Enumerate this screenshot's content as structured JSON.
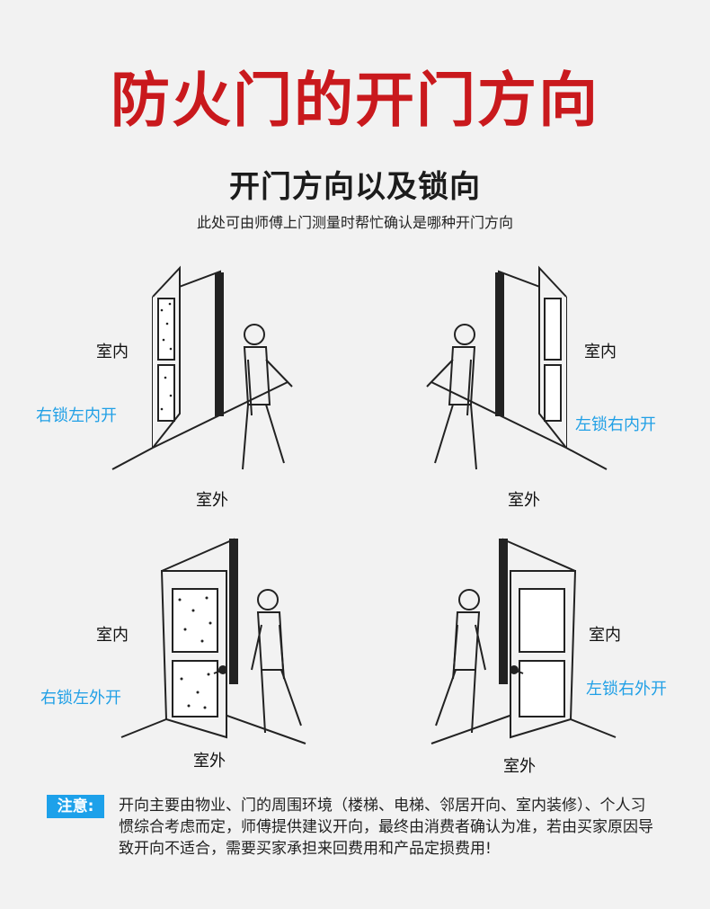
{
  "title": "防火门的开门方向",
  "subtitle": "开门方向以及锁向",
  "hint": "此处可由师傅上门测量时帮忙确认是哪种开门方向",
  "panels": [
    {
      "indoor": "室内",
      "outdoor": "室外",
      "direction": "右锁左内开"
    },
    {
      "indoor": "室内",
      "outdoor": "室外",
      "direction": "左锁右内开"
    },
    {
      "indoor": "室内",
      "outdoor": "室外",
      "direction": "右锁左外开"
    },
    {
      "indoor": "室内",
      "outdoor": "室外",
      "direction": "左锁右外开"
    }
  ],
  "note": {
    "label": "注意:",
    "text": "开向主要由物业、门的周围环境（楼梯、电梯、邻居开向、室内装修）、个人习惯综合考虑而定，师傅提供建议开向，最终由消费者确认为准，若由买家原因导致开向不适合，需要买家承担来回费用和产品定损费用!"
  },
  "colors": {
    "title": "#c9191d",
    "direction": "#21a0e6",
    "badge": "#1da1ea"
  }
}
